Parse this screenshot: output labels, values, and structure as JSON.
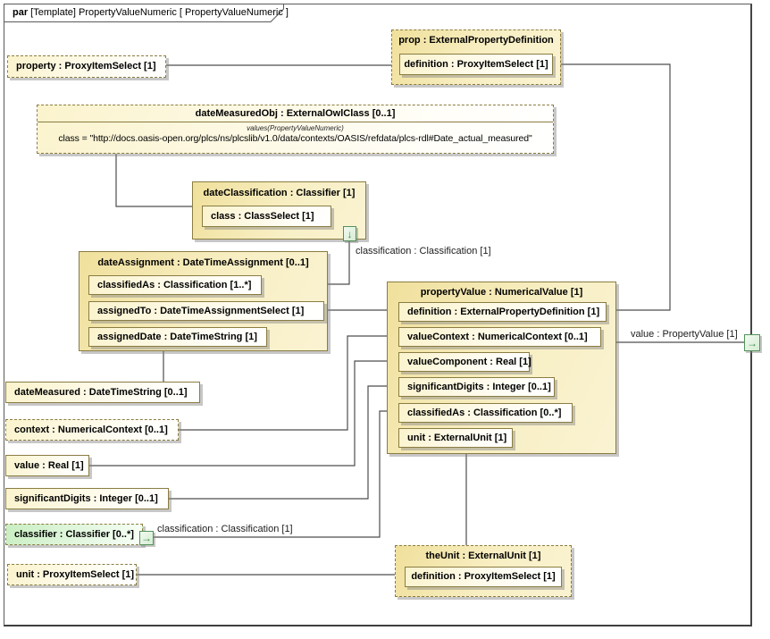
{
  "frame": {
    "title_bold": "par",
    "title_rest": " [Template] PropertyValueNumeric [ PropertyValueNumeric ]"
  },
  "boxes": {
    "property": {
      "label": "property : ProxyItemSelect [1]"
    },
    "prop": {
      "header": "prop : ExternalPropertyDefinition",
      "definition": "definition : ProxyItemSelect [1]"
    },
    "dateMeasuredObj": {
      "header": "dateMeasuredObj : ExternalOwlClass [0..1]",
      "stereotype": "values(PropertyValueNumeric)",
      "value_line": "class = \"http://docs.oasis-open.org/plcs/ns/plcslib/v1.0/data/contexts/OASIS/refdata/plcs-rdl#Date_actual_measured\""
    },
    "dateClassification": {
      "header": "dateClassification : Classifier [1]",
      "class_row": "class : ClassSelect [1]"
    },
    "dateAssignment": {
      "header": "dateAssignment : DateTimeAssignment [0..1]",
      "classifiedAs": "classifiedAs : Classification [1..*]",
      "assignedTo": "assignedTo : DateTimeAssignmentSelect [1]",
      "assignedDate": "assignedDate : DateTimeString [1]"
    },
    "propertyValue": {
      "header": "propertyValue : NumericalValue [1]",
      "definition": "definition : ExternalPropertyDefinition [1]",
      "valueContext": "valueContext : NumericalContext [0..1]",
      "valueComponent": "valueComponent : Real [1]",
      "significantDigits": "significantDigits : Integer [0..1]",
      "classifiedAs": "classifiedAs : Classification [0..*]",
      "unit": "unit : ExternalUnit [1]"
    },
    "dateMeasured": {
      "label": "dateMeasured : DateTimeString [0..1]"
    },
    "context": {
      "label": "context : NumericalContext [0..1]"
    },
    "value": {
      "label": "value : Real [1]"
    },
    "significantDigits": {
      "label": "significantDigits : Integer [0..1]"
    },
    "classifier": {
      "label": "classifier : Classifier [0..*]"
    },
    "unit": {
      "label": "unit : ProxyItemSelect [1]"
    },
    "theUnit": {
      "header": "theUnit : ExternalUnit [1]",
      "definition": "definition : ProxyItemSelect [1]"
    }
  },
  "connector_labels": {
    "classification_upper": "classification : Classification [1]",
    "classification_lower": "classification : Classification [1]",
    "value_out": "value : PropertyValue [1]"
  },
  "icons": {
    "port_down": "↓",
    "port_right": "→"
  },
  "colors": {
    "box_border": "#8a7c42",
    "box_fill_tan": "#f0e09c",
    "box_fill_cream": "#fbf3cd",
    "classifier_green": "#c9eec2",
    "port_green": "#3e8b4a",
    "wire": "#4d4d4d",
    "frame": "#5a5a5a"
  }
}
